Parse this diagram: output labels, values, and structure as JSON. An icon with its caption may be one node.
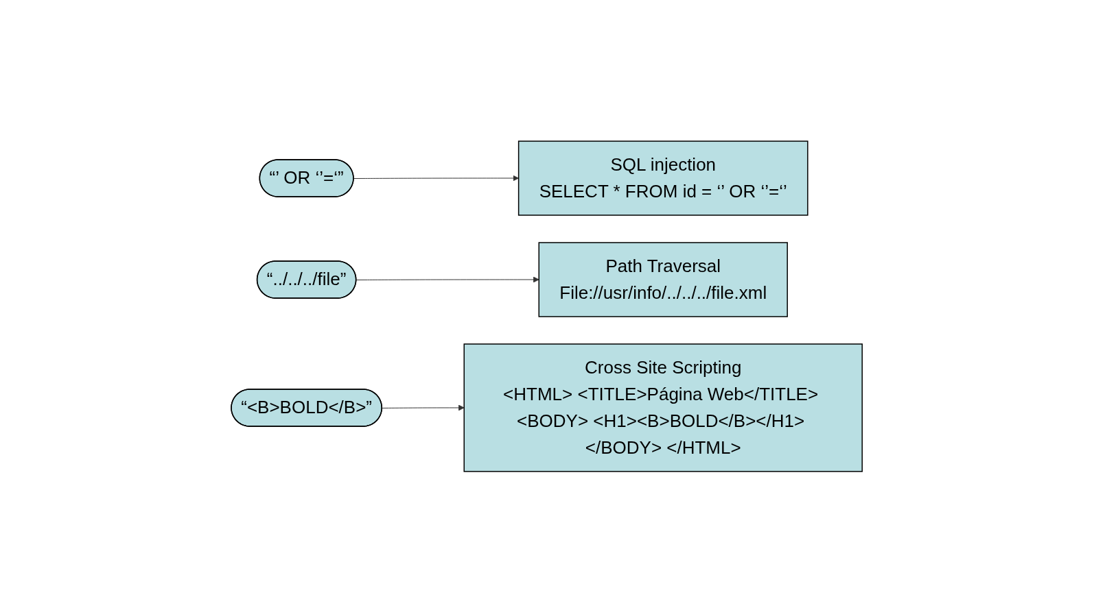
{
  "diagram": {
    "nodes": [
      {
        "text": [
          "“’ OR ‘’=‘”"
        ]
      },
      {
        "text": [
          "SQL injection",
          "SELECT * FROM id = ‘’ OR ‘’=‘’"
        ]
      },
      {
        "text": [
          "“../../../file”"
        ]
      },
      {
        "text": [
          "Path Traversal",
          "File://usr/info/../../../file.xml"
        ]
      },
      {
        "text": [
          "“<B>BOLD</B>”"
        ]
      },
      {
        "text": [
          "Cross Site Scripting",
          "<HTML> <TITLE>Página Web</TITLE> <BODY> <H1><B>BOLD</B></H1> </BODY> </HTML>"
        ]
      }
    ],
    "edges": [
      {
        "from": 0,
        "to": 1,
        "arrow": "to"
      },
      {
        "from": 2,
        "to": 3,
        "arrow": "to"
      },
      {
        "from": 4,
        "to": 5,
        "arrow": "to"
      }
    ]
  }
}
